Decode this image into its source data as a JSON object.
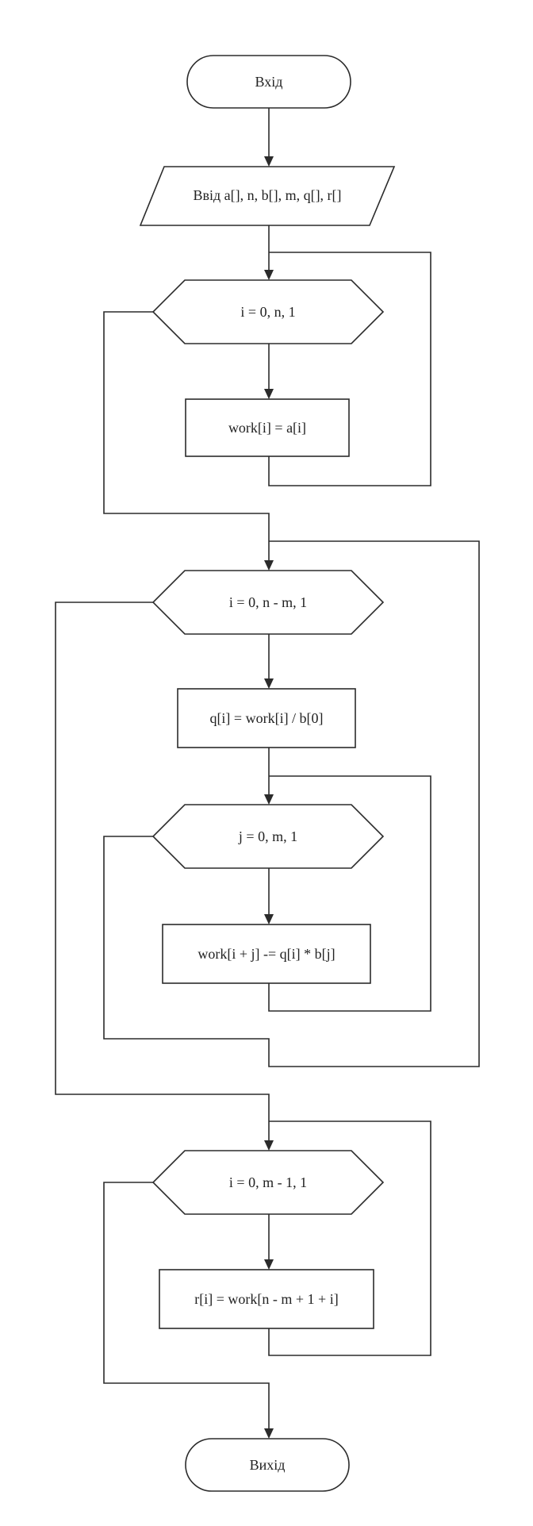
{
  "flowchart": {
    "start": "Вхід",
    "input": "Ввід a[], n, b[], m, q[], r[]",
    "loop1": "i = 0, n, 1",
    "step1": "work[i] = a[i]",
    "loop2": "i = 0, n - m, 1",
    "step2": "q[i] = work[i] / b[0]",
    "loop3": "j = 0, m, 1",
    "step3": "work[i + j] -= q[i] * b[j]",
    "loop4": "i = 0, m - 1, 1",
    "step4": "r[i] = work[n - m + 1 + i]",
    "end": "Вихід"
  }
}
